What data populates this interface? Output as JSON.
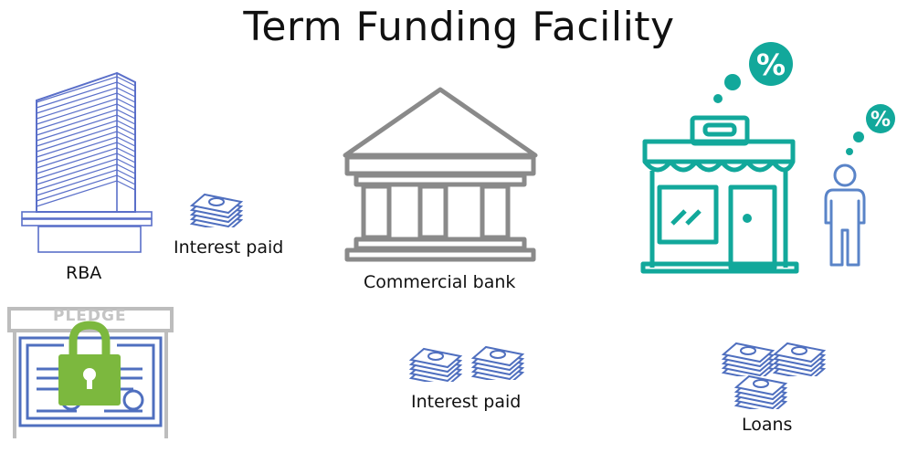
{
  "title": "Term Funding Facility",
  "labels": {
    "rba": "RBA",
    "interest_paid_top": "Interest paid",
    "commercial_bank": "Commercial bank",
    "interest_paid_bottom": "Interest paid",
    "loans": "Loans"
  },
  "pledge": {
    "text": "PLEDGE"
  },
  "icons": {
    "rba": "skyscraper-icon",
    "bank": "bank-building-icon",
    "shop": "storefront-icon",
    "person": "person-icon",
    "percent": "percent-bubble-icon",
    "money": "money-stack-icon",
    "pledge": "locked-certificate-icon"
  },
  "colors": {
    "rba_blue": "#5a6fc9",
    "bank_gray": "#8a8a8a",
    "teal": "#12a89b",
    "person_blue": "#5a84c8",
    "money_blue": "#4f6fbf",
    "pledge_green": "#7cb83e",
    "pledge_gray": "#bdbdbd"
  }
}
